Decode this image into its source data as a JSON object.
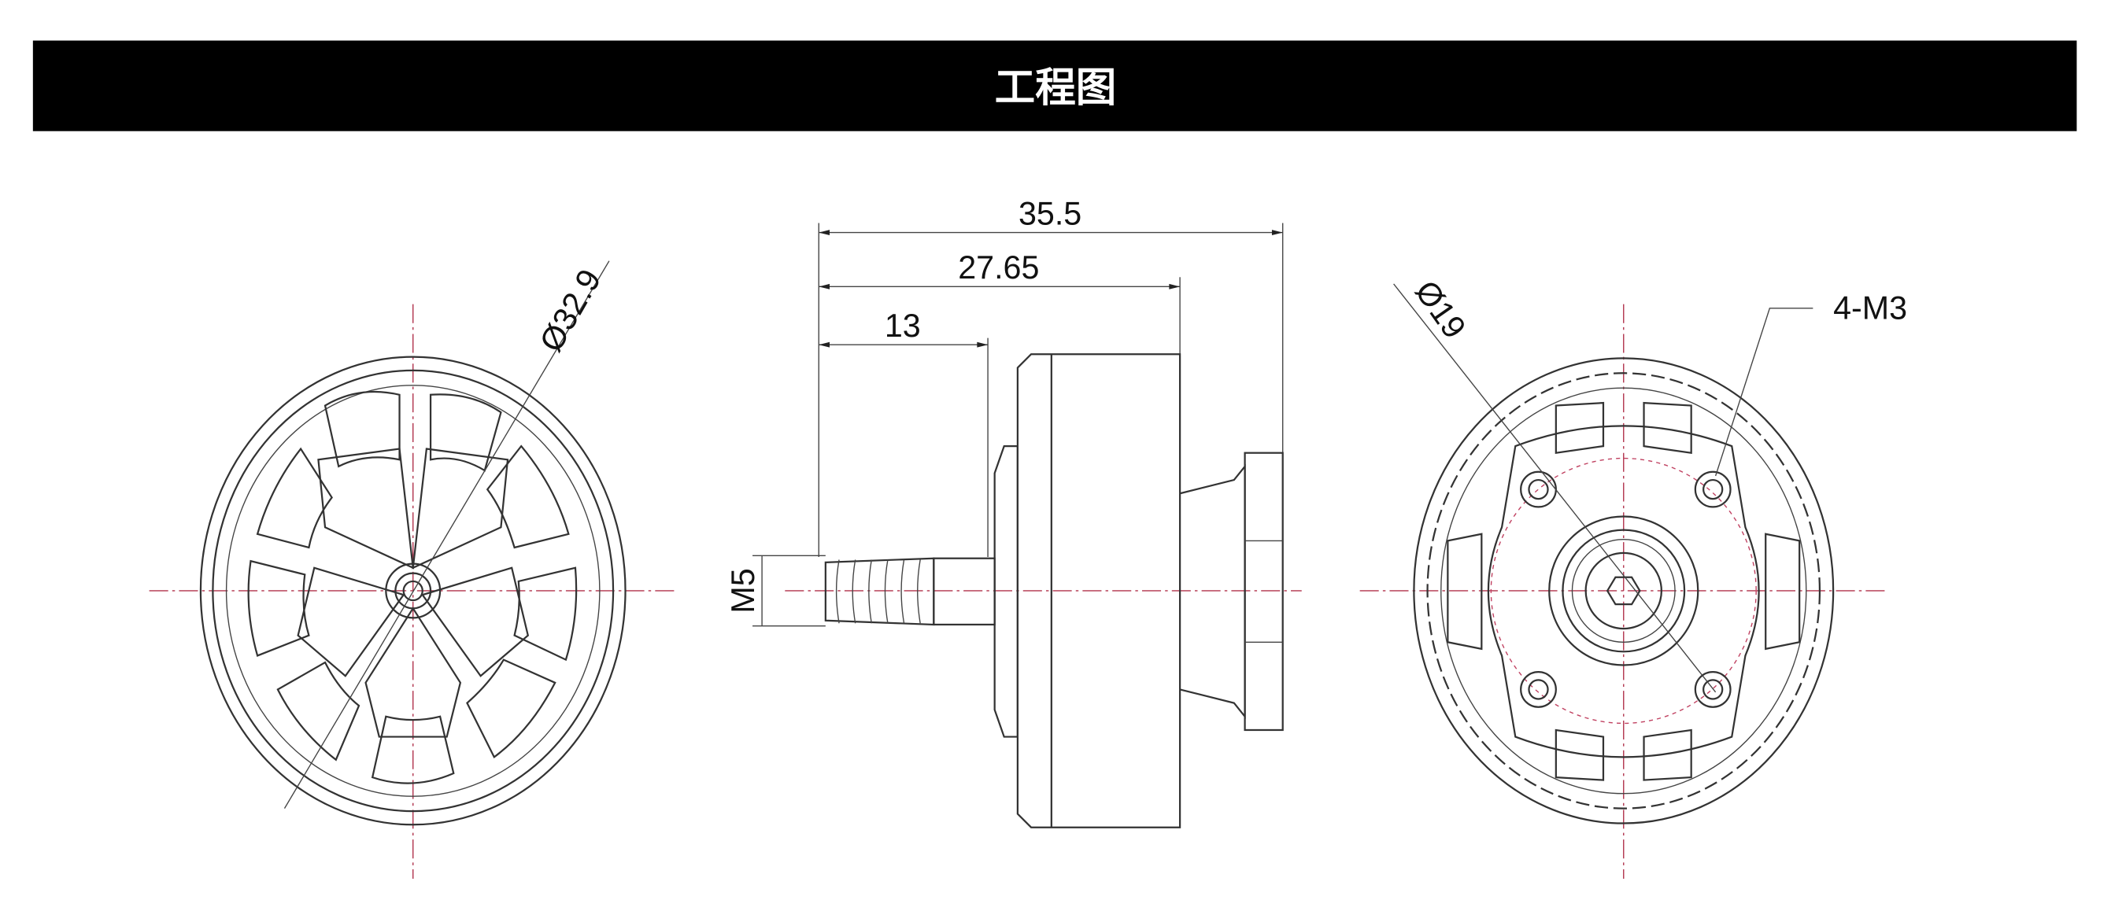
{
  "header": {
    "title": "工程图"
  },
  "front_view": {
    "diameter_label": "Ø32.9"
  },
  "side_view": {
    "overall_length_label": "35.5",
    "body_length_label": "27.65",
    "shaft_length_label": "13",
    "shaft_thread_label": "M5"
  },
  "rear_view": {
    "hole_circle_label": "Ø19",
    "mount_holes_label": "4-M3"
  },
  "colors": {
    "header_bg": "#000000",
    "centerline": "#b0304a",
    "outline": "#333333"
  }
}
